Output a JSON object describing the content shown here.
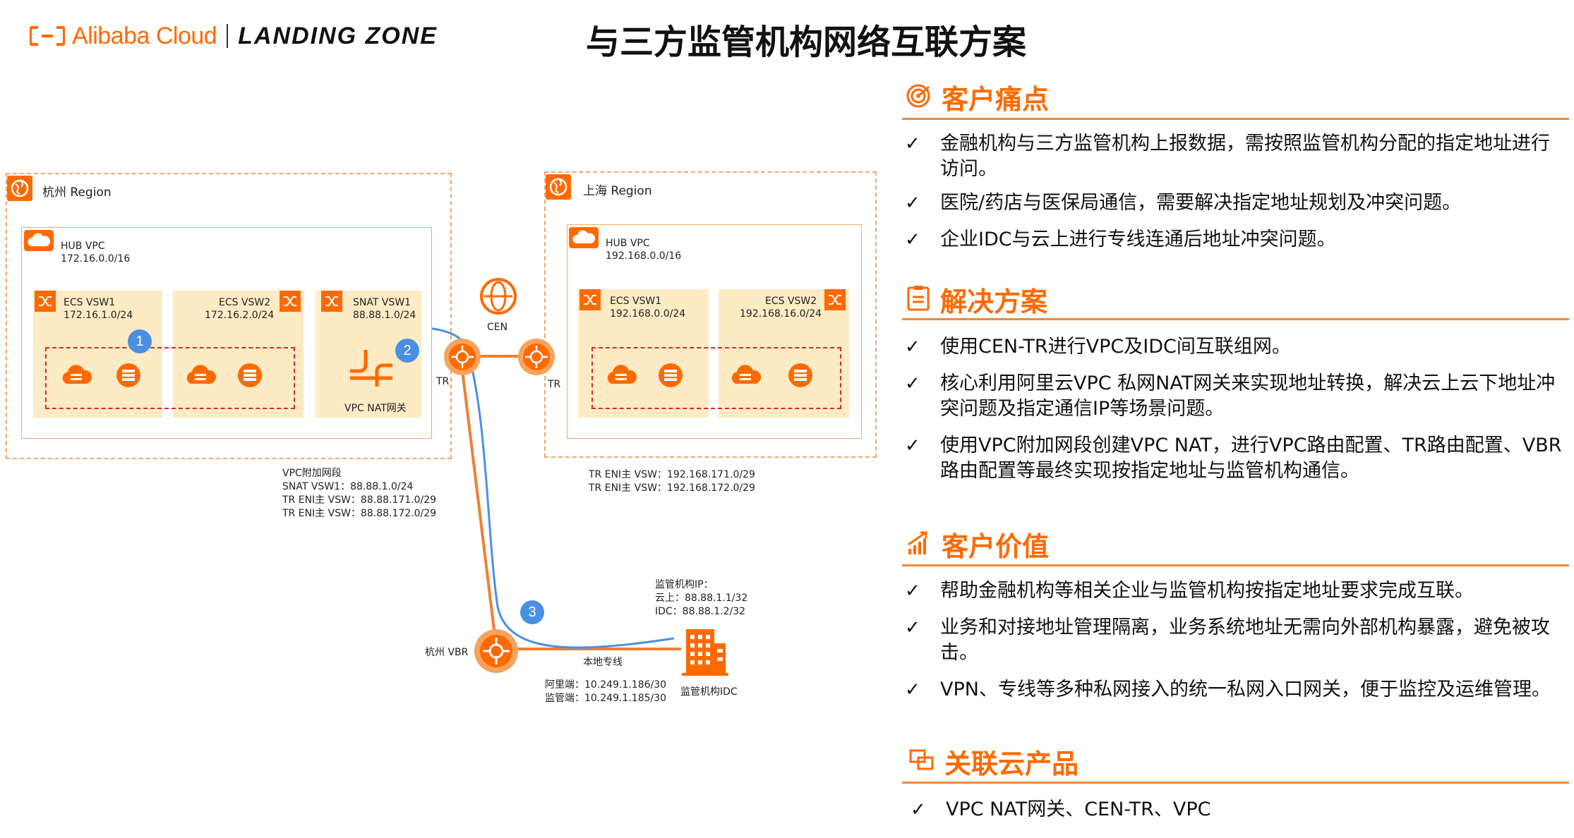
{
  "header": {
    "brand_name": "Alibaba Cloud",
    "brand_product": "LANDING ZONE",
    "page_title": "与三方监管机构网络互联方案"
  },
  "diagram": {
    "hangzhou": {
      "region_label": "杭州 Region",
      "hub_vpc": {
        "name": "HUB VPC",
        "cidr": "172.16.0.0/16"
      },
      "vsws": [
        {
          "name": "ECS VSW1",
          "cidr": "172.16.1.0/24"
        },
        {
          "name": "ECS VSW2",
          "cidr": "172.16.2.0/24"
        },
        {
          "name": "SNAT VSW1",
          "cidr": "88.88.1.0/24"
        }
      ],
      "nat_label": "VPC NAT网关",
      "tr_label": "TR",
      "notes": "VPC附加网段\nSNAT VSW1：88.88.1.0/24\nTR ENI主 VSW：88.88.171.0/29\nTR ENI主 VSW：88.88.172.0/29"
    },
    "shanghai": {
      "region_label": "上海 Region",
      "hub_vpc": {
        "name": "HUB VPC",
        "cidr": "192.168.0.0/16"
      },
      "vsws": [
        {
          "name": "ECS VSW1",
          "cidr": "192.168.0.0/24"
        },
        {
          "name": "ECS VSW2",
          "cidr": "192.168.16.0/24"
        }
      ],
      "tr_label": "TR",
      "notes": "TR ENI主 VSW：192.168.171.0/29\nTR ENI主 VSW：192.168.172.0/29"
    },
    "cen_label": "CEN",
    "vbr_label": "杭州 VBR",
    "line_label": "本地专线",
    "line_ips": "阿里端：10.249.1.186/30\n监管端：10.249.1.185/30",
    "idc_ips": "监管机构IP：\n云上：88.88.1.1/32\nIDC：88.88.1.2/32",
    "idc_label": "监管机构IDC",
    "steps": [
      "1",
      "2",
      "3"
    ],
    "colors": {
      "accent": "#ff6a00",
      "path": "#4a90e2",
      "line": "#f07f32"
    }
  },
  "panel": {
    "pain": {
      "title": "客户痛点",
      "items": [
        "金融机构与三方监管机构上报数据，需按照监管机构分配的指定地址进行访问。",
        "医院/药店与医保局通信，需要解决指定地址规划及冲突问题。",
        "企业IDC与云上进行专线连通后地址冲突问题。"
      ]
    },
    "solution": {
      "title": "解决方案",
      "items": [
        "使用CEN-TR进行VPC及IDC间互联组网。",
        "核心利用阿里云VPC 私网NAT网关来实现地址转换，解决云上云下地址冲突问题及指定通信IP等场景问题。",
        "使用VPC附加网段创建VPC NAT，进行VPC路由配置、TR路由配置、VBR路由配置等最终实现按指定地址与监管机构通信。"
      ]
    },
    "value": {
      "title": "客户价值",
      "items": [
        "帮助金融机构等相关企业与监管机构按指定地址要求完成互联。",
        "业务和对接地址管理隔离，业务系统地址无需向外部机构暴露，避免被攻击。",
        "VPN、专线等多种私网接入的统一私网入口网关，便于监控及运维管理。"
      ]
    },
    "products": {
      "title": "关联云产品",
      "items": [
        "VPC NAT网关、CEN-TR、VPC"
      ]
    },
    "tick": "✓"
  }
}
